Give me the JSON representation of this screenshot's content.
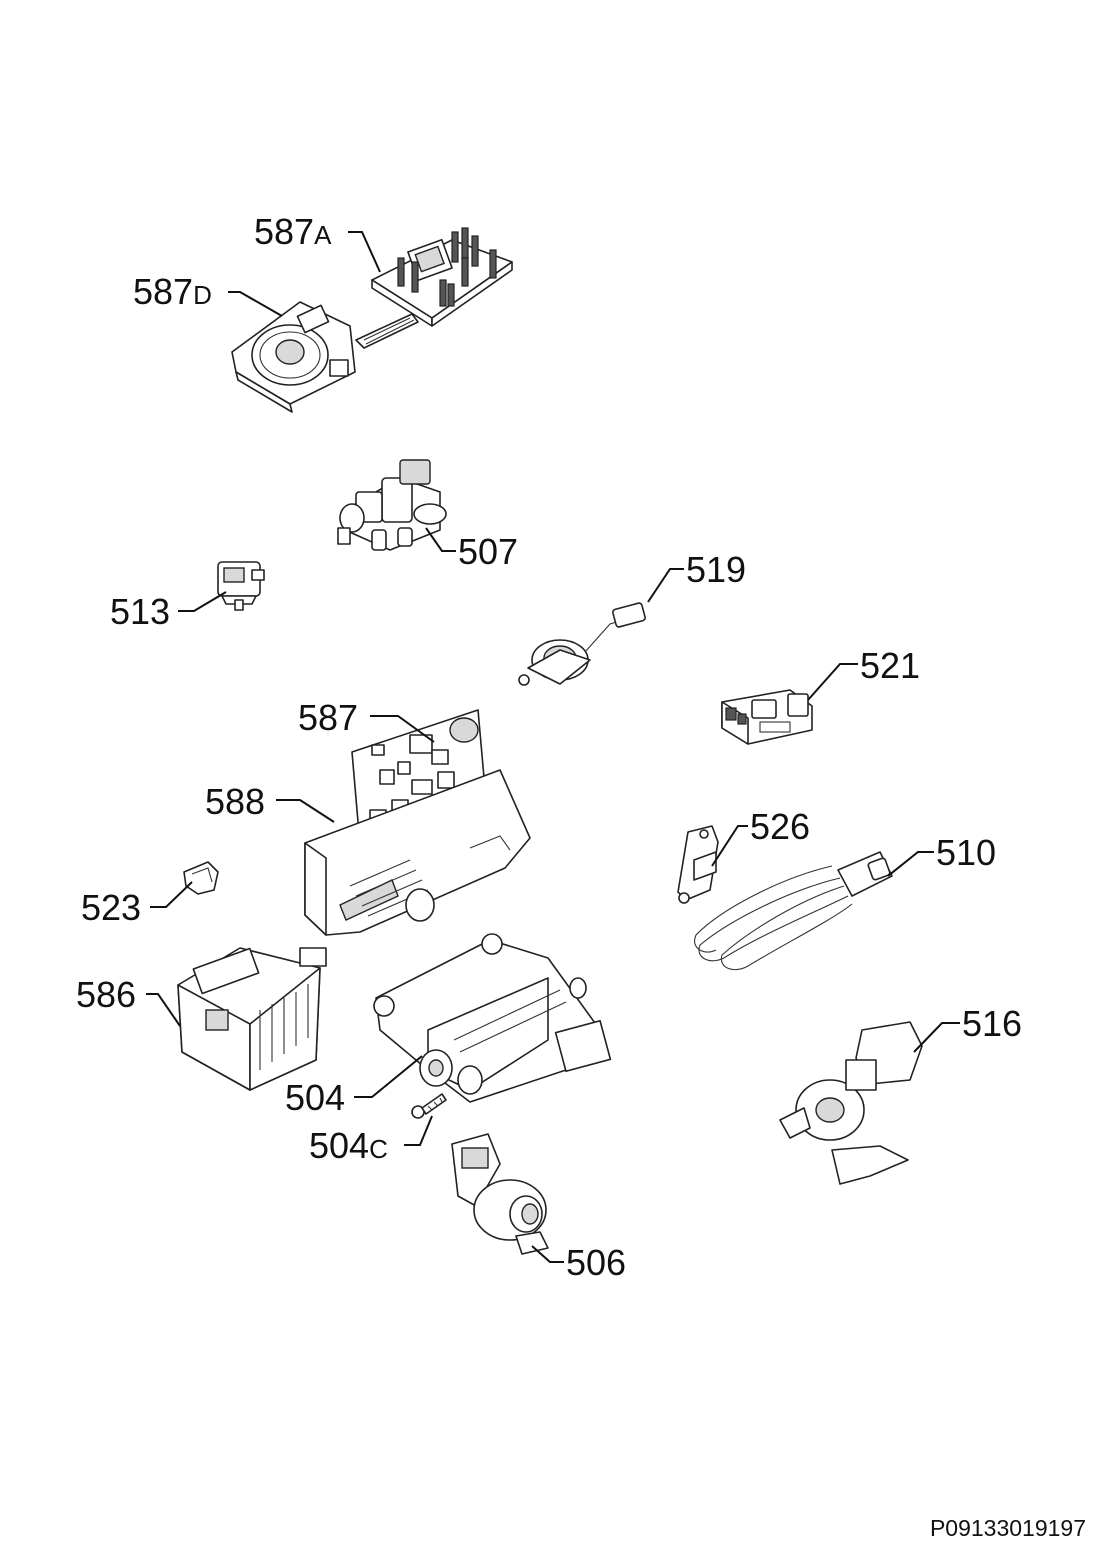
{
  "diagram": {
    "labels": {
      "l587a": {
        "num": "587",
        "suffix": "A"
      },
      "l587d": {
        "num": "587",
        "suffix": "D"
      },
      "l507": {
        "num": "507"
      },
      "l513": {
        "num": "513"
      },
      "l519": {
        "num": "519"
      },
      "l521": {
        "num": "521"
      },
      "l587": {
        "num": "587"
      },
      "l588": {
        "num": "588"
      },
      "l526": {
        "num": "526"
      },
      "l510": {
        "num": "510"
      },
      "l523": {
        "num": "523"
      },
      "l586": {
        "num": "586"
      },
      "l516": {
        "num": "516"
      },
      "l504": {
        "num": "504"
      },
      "l504c": {
        "num": "504",
        "suffix": "C"
      },
      "l506": {
        "num": "506"
      }
    },
    "drawing_code": "P09133019197"
  }
}
